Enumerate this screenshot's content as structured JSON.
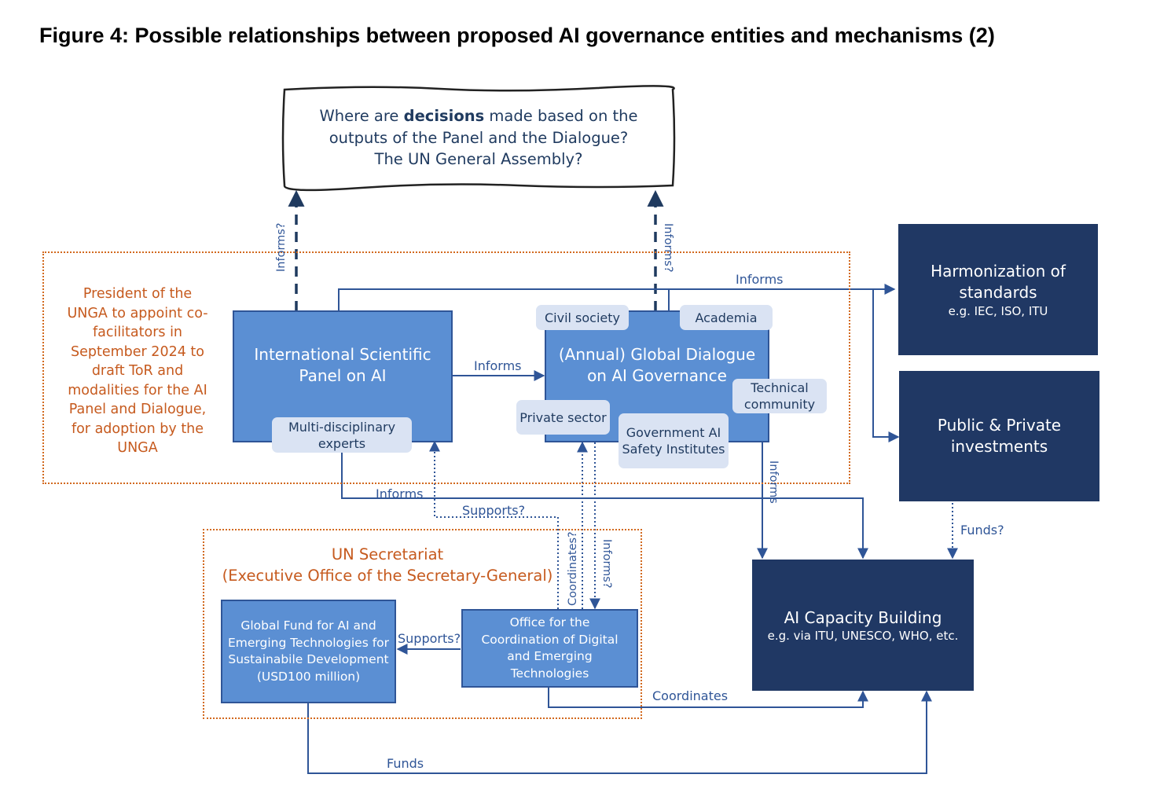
{
  "title": "Figure 4: Possible relationships between proposed AI governance entities and mechanisms (2)",
  "decision_box": {
    "line1_pre": "Where are ",
    "line1_bold": "decisions",
    "line1_post": " made based on the",
    "line2": "outputs of the Panel and the Dialogue?",
    "line3": "The UN General Assembly?"
  },
  "president_note": "President of the UNGA to appoint co-facilitators in September 2024 to draft ToR and modalities for the AI Panel and Dialogue, for adoption by the UNGA",
  "panel": {
    "title": "International Scientific Panel on AI",
    "tag": "Multi-disciplinary experts"
  },
  "dialogue": {
    "title": "(Annual) Global Dialogue on AI Governance",
    "tags": {
      "civil_society": "Civil society",
      "academia": "Academia",
      "technical": "Technical community",
      "private": "Private sector",
      "government": "Government AI Safety Institutes"
    }
  },
  "harmonization": {
    "title": "Harmonization of standards",
    "sub": "e.g. IEC, ISO, ITU"
  },
  "investments": {
    "title": "Public & Private investments"
  },
  "capacity": {
    "title": "AI Capacity Building",
    "sub": "e.g. via ITU, UNESCO, WHO, etc."
  },
  "secretariat": {
    "title_line1": "UN Secretariat",
    "title_line2": "(Executive Office of the Secretary-General)"
  },
  "fund": {
    "title": "Global Fund for AI and Emerging Technologies for Sustainabile Development (USD100 million)"
  },
  "office": {
    "title": "Office for the Coordination of Digital and Emerging Technologies"
  },
  "labels": {
    "informs_q_left": "Informs?",
    "informs_q_right": "Informs?",
    "informs_top": "Informs",
    "informs_panel_dialogue": "Informs",
    "informs_bottom": "Informs",
    "informs_vertical": "Informs",
    "supports_q": "Supports?",
    "coordinates_q": "Coordinates?",
    "informs_q_office": "Informs?",
    "supports_q_office": "Supports?",
    "funds_q": "Funds?",
    "coordinates": "Coordinates",
    "funds": "Funds"
  },
  "colors": {
    "mid_blue": "#5b8fd3",
    "navy": "#203864",
    "pill": "#dae3f3",
    "orange": "#c65a1e",
    "line": "#2f5597"
  }
}
